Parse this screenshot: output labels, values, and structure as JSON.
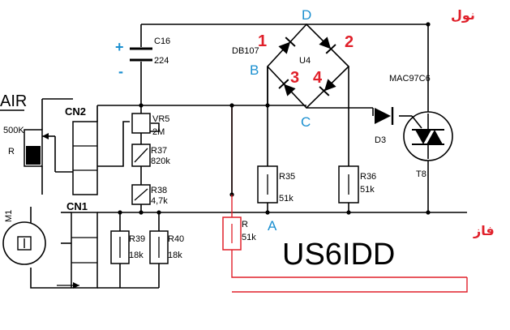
{
  "colors": {
    "wire": "#000000",
    "red_label": "#e0202a",
    "blue_label": "#1a8fd0",
    "phase_wire": "#e0202a"
  },
  "title": "US6IDD",
  "top_rail_label": "نول",
  "bottom_rail_label": "فاز",
  "capacitor": {
    "name": "C16",
    "value": "224",
    "plus": "+",
    "minus": "-"
  },
  "bridge": {
    "part": "DB107",
    "name": "U4",
    "diodes": [
      "1",
      "2",
      "3",
      "4"
    ],
    "nodes": {
      "top": "D",
      "left": "B",
      "bottom": "C",
      "right": "A"
    }
  },
  "pot": {
    "name": "VR5",
    "value": "2M"
  },
  "r37": {
    "name": "R37",
    "value": "820k"
  },
  "r38": {
    "name": "R38",
    "value": "4,7k"
  },
  "r39": {
    "name": "R39",
    "value": "18k"
  },
  "r40": {
    "name": "R40",
    "value": "18k"
  },
  "r35": {
    "name": "R35",
    "value": "51k"
  },
  "r36": {
    "name": "R36",
    "value": "51k"
  },
  "r_red": {
    "name": "R",
    "value": "51k"
  },
  "d3": {
    "name": "D3"
  },
  "triac": {
    "part": "MAC97C6",
    "name": "T8"
  },
  "cn1": {
    "name": "CN1"
  },
  "cn2": {
    "name": "CN2"
  },
  "sensor": {
    "label": "AIR",
    "value": "500K",
    "name": "R"
  },
  "motor": {
    "name": "M1"
  }
}
